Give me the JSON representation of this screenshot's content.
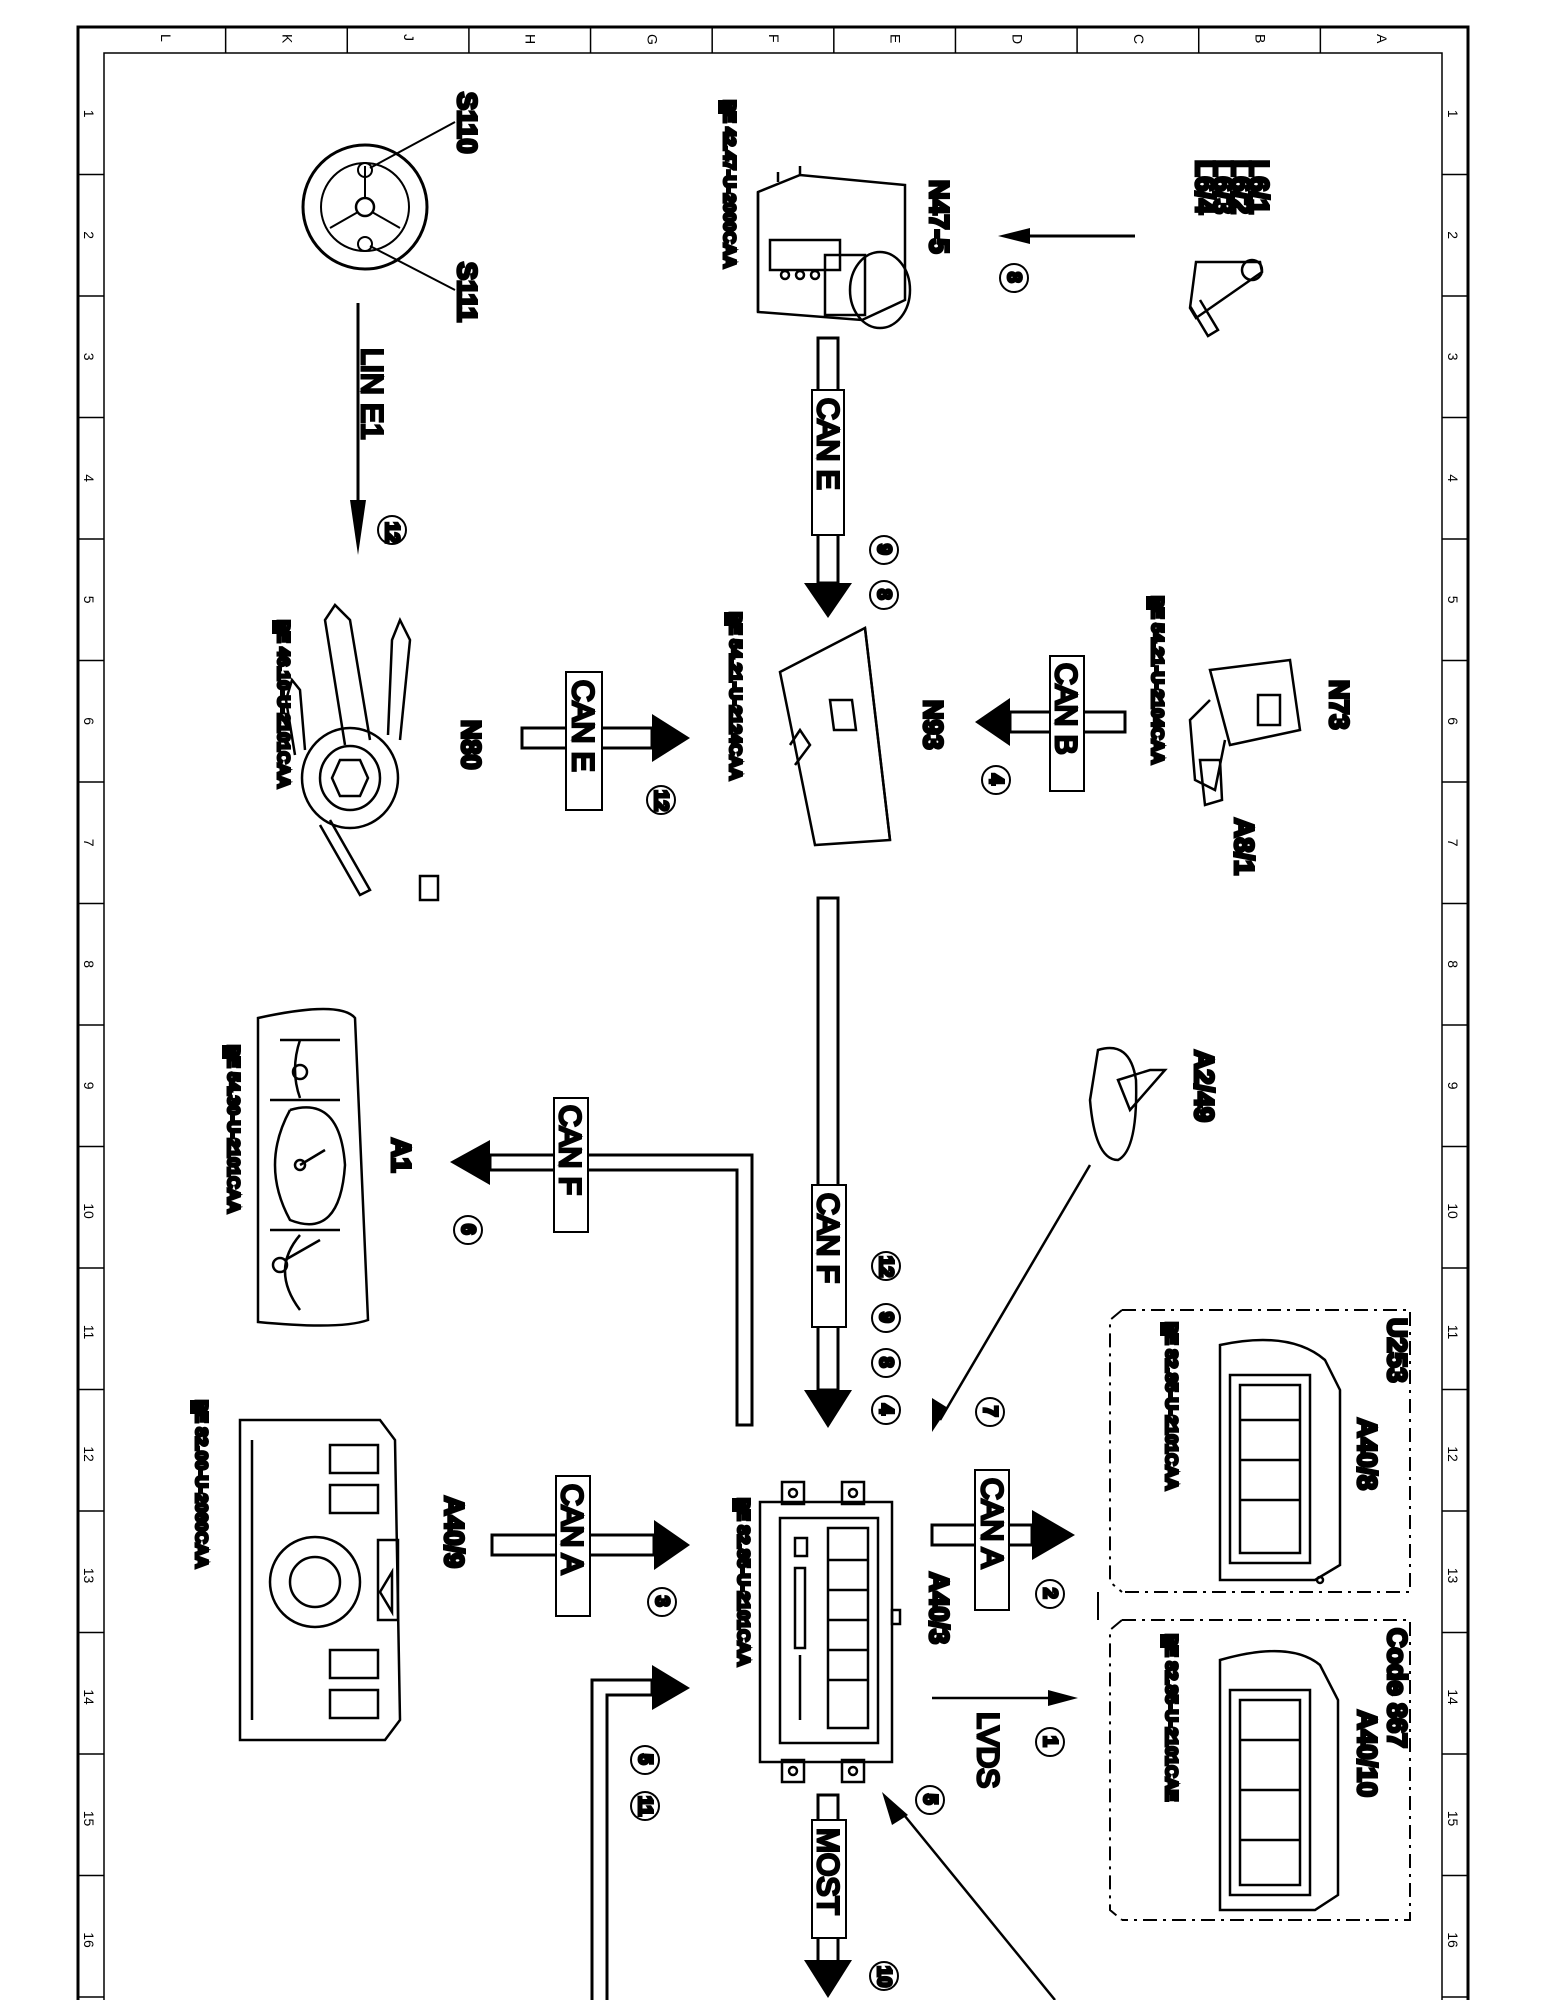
{
  "frame": {
    "columns": [
      "L",
      "K",
      "J",
      "H",
      "G",
      "F",
      "E",
      "D",
      "C",
      "B",
      "A"
    ],
    "rows": [
      "1",
      "2",
      "3",
      "4",
      "5",
      "6",
      "7",
      "8",
      "9",
      "10",
      "11",
      "12",
      "13",
      "14",
      "15",
      "16"
    ]
  },
  "components": {
    "s110": "S110",
    "s111": "S111",
    "n47": "N47-5",
    "n47_ref": "PE 42.47-U-2000CAA",
    "l6_1": "L6/1",
    "l6_2": "L6/2",
    "l6_3": "L6/3",
    "l6_4": "L6/4",
    "n80": "N80",
    "n80_ref": "PE 46.10-U-2101CAA",
    "n93": "N93",
    "n93_ref": "PE 54.21-U-2124CAA",
    "n73": "N73",
    "n73_ref": "PE 54.21-U-2104CAA",
    "a8_1": "A8/1",
    "a2_49": "A2/49",
    "a1": "A1",
    "a1_ref": "PE 54.30-U-2101CAA",
    "u253": "U253",
    "a40_8": "A40/8",
    "a40_8_ref": "PE 82.85-U-2101CAA",
    "code867": "Code 867",
    "a40_10": "A40/10",
    "a40_10_ref": "PE 82.85-U-2101CAE",
    "a40_9": "A40/9",
    "a40_9_ref": "PE 82.00-U-2060CAA",
    "a40_3": "A40/3",
    "a40_3_ref": "PE 82.85-U-2101CAA"
  },
  "buses": {
    "lin_e1": "LIN E1",
    "can_e_top": "CAN E",
    "can_e_mid": "CAN E",
    "can_b": "CAN B",
    "can_f_a1": "CAN F",
    "can_f_main": "CAN F",
    "can_a_right": "CAN A",
    "can_a_left": "CAN A",
    "lvds": "LVDS",
    "most": "MOST"
  },
  "step_numbers": {
    "n8_top": "8",
    "n12_lin": "12",
    "n9": "9",
    "n8_n93": "8",
    "n4_canb": "4",
    "n12_cane": "12",
    "n6": "6",
    "n12_canf": "12",
    "n9_canf": "9",
    "n8_canf": "8",
    "n4_canf": "4",
    "n7": "7",
    "n2": "2",
    "n3": "3",
    "n1": "1",
    "n5_right": "5",
    "n5_left": "5",
    "n11": "11",
    "n10": "10"
  }
}
